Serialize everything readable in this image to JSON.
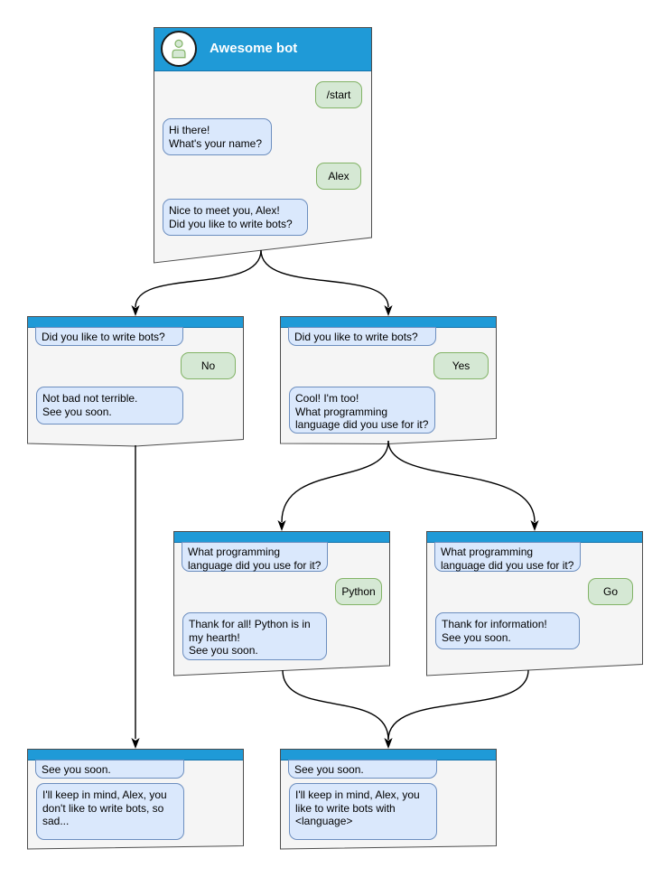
{
  "diagram": {
    "type": "chatbot-conversation-flow",
    "colors": {
      "header_blue": "#1f9ad7",
      "bot_bubble_fill": "#dae8fc",
      "bot_bubble_border": "#6c8ebf",
      "user_bubble_fill": "#d5e8d4",
      "user_bubble_border": "#82b366",
      "window_fill": "#f5f5f5",
      "window_border": "#4d4d4d",
      "arrow": "#000000"
    },
    "nodes": {
      "main": {
        "title": "Awesome bot",
        "avatar_icon": "person-icon",
        "messages": [
          {
            "side": "user",
            "text": "/start"
          },
          {
            "side": "bot",
            "text": "Hi there!\nWhat's your name?"
          },
          {
            "side": "user",
            "text": "Alex"
          },
          {
            "side": "bot",
            "text": "Nice to meet you, Alex!\nDid you like to write bots?"
          }
        ]
      },
      "branch_no": {
        "messages": [
          {
            "side": "bot",
            "text": "Did you like to write bots?"
          },
          {
            "side": "user",
            "text": "No"
          },
          {
            "side": "bot",
            "text": "Not bad not terrible.\nSee you soon."
          }
        ]
      },
      "branch_yes": {
        "messages": [
          {
            "side": "bot",
            "text": "Did you like to write bots?"
          },
          {
            "side": "user",
            "text": "Yes"
          },
          {
            "side": "bot",
            "text": "Cool! I'm too!\nWhat programming\nlanguage did you use for it?"
          }
        ]
      },
      "branch_python": {
        "messages": [
          {
            "side": "bot",
            "text": "What programming\nlanguage did you use for it?"
          },
          {
            "side": "user",
            "text": "Python"
          },
          {
            "side": "bot",
            "text": "Thank for all! Python is in\nmy hearth!\nSee you soon."
          }
        ]
      },
      "branch_go": {
        "messages": [
          {
            "side": "bot",
            "text": "What programming\nlanguage did you use for it?"
          },
          {
            "side": "user",
            "text": "Go"
          },
          {
            "side": "bot",
            "text": "Thank for information!\nSee you soon."
          }
        ]
      },
      "end_no": {
        "messages": [
          {
            "side": "bot",
            "text": "See you soon."
          },
          {
            "side": "bot",
            "text": "I'll keep in mind, Alex, you\ndon't like to write bots, so\nsad..."
          }
        ]
      },
      "end_yes": {
        "messages": [
          {
            "side": "bot",
            "text": "See you soon."
          },
          {
            "side": "bot",
            "text": "I'll keep in mind, Alex, you\nlike to write bots with\n<language>"
          }
        ]
      }
    },
    "edges": [
      {
        "from": "main",
        "to": "branch_no"
      },
      {
        "from": "main",
        "to": "branch_yes"
      },
      {
        "from": "branch_no",
        "to": "end_no"
      },
      {
        "from": "branch_yes",
        "to": "branch_python"
      },
      {
        "from": "branch_yes",
        "to": "branch_go"
      },
      {
        "from": "branch_python",
        "to": "end_yes"
      },
      {
        "from": "branch_go",
        "to": "end_yes"
      }
    ]
  }
}
